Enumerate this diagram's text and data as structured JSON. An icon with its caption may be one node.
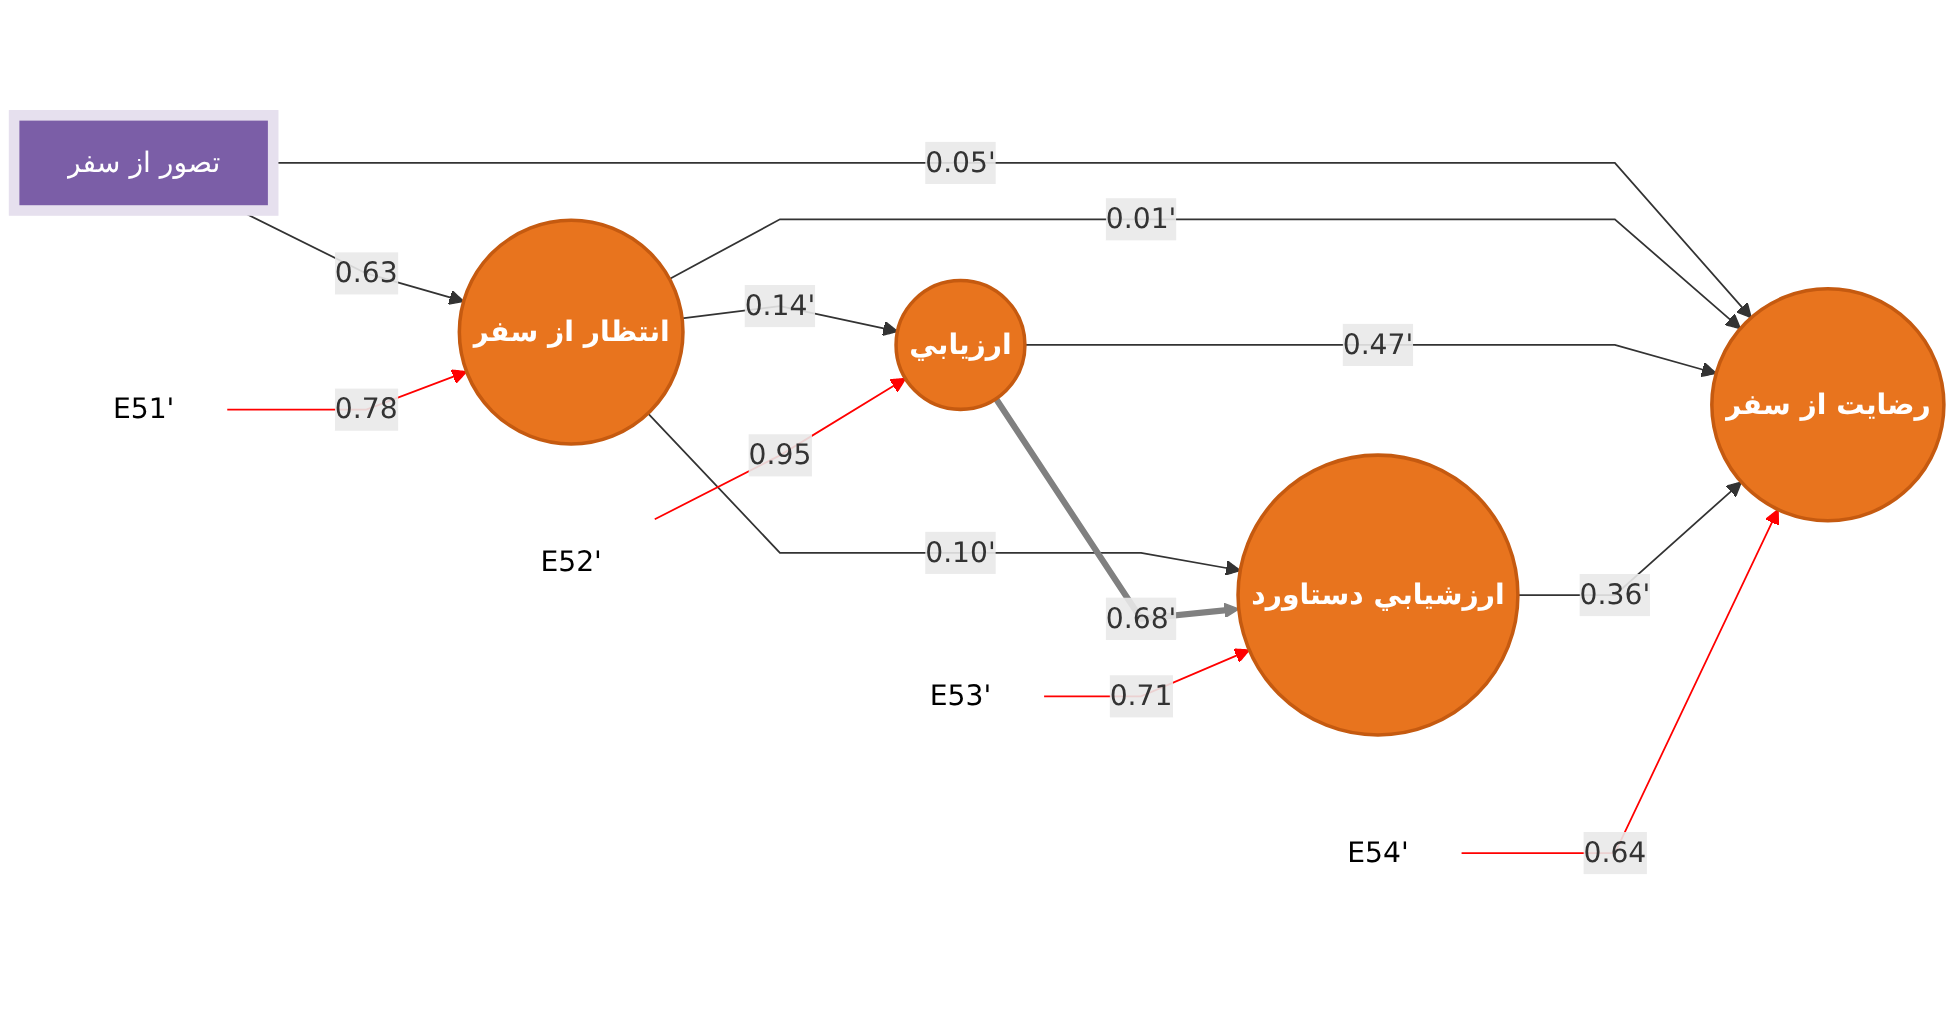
{
  "diagram": {
    "nodes": [
      {
        "text": [
          "تصور از سفر"
        ]
      },
      {
        "text": [
          "انتظار از سفر"
        ]
      },
      {
        "text": [
          "ارزيابي"
        ]
      },
      {
        "text": [
          "ارزشيابي دستاورد"
        ]
      },
      {
        "text": [
          "رضايت از سفر"
        ]
      },
      {
        "text": [
          "E51'"
        ]
      },
      {
        "text": [
          "E52'"
        ]
      },
      {
        "text": [
          "E53'"
        ]
      },
      {
        "text": [
          "E54'"
        ]
      }
    ],
    "edges": [
      {
        "from": 0,
        "to": 1,
        "arrow": "to",
        "label": "0.63"
      },
      {
        "from": 0,
        "to": 4,
        "arrow": "to",
        "label": "0.05'"
      },
      {
        "from": 1,
        "to": 4,
        "arrow": "to",
        "label": "0.01'"
      },
      {
        "from": 1,
        "to": 2,
        "arrow": "to",
        "label": "0.14'"
      },
      {
        "from": 1,
        "to": 3,
        "arrow": "to",
        "label": "0.10'"
      },
      {
        "from": 2,
        "to": 4,
        "arrow": "to",
        "label": "0.47'"
      },
      {
        "from": 2,
        "to": 3,
        "arrow": "to",
        "label": "0.68'",
        "style": "thick",
        "color": "#808080"
      },
      {
        "from": 3,
        "to": 4,
        "arrow": "to",
        "label": "0.36'"
      },
      {
        "from": 5,
        "to": 1,
        "arrow": "to",
        "label": "0.78",
        "color": "#ff0000"
      },
      {
        "from": 6,
        "to": 2,
        "arrow": "to",
        "label": "0.95",
        "color": "#ff0000"
      },
      {
        "from": 7,
        "to": 3,
        "arrow": "to",
        "label": "0.71",
        "color": "#ff0000"
      },
      {
        "from": 8,
        "to": 4,
        "arrow": "to",
        "label": "0.64",
        "color": "#ff0000"
      }
    ]
  }
}
